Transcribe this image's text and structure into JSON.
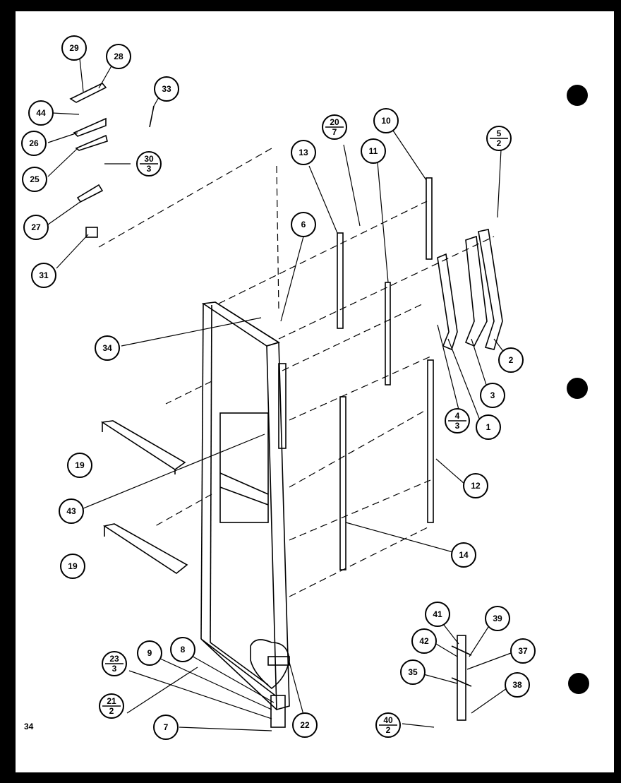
{
  "page_number": "34",
  "callouts": [
    {
      "id": "c29",
      "label": "29"
    },
    {
      "id": "c28",
      "label": "28"
    },
    {
      "id": "c33",
      "label": "33"
    },
    {
      "id": "c44",
      "label": "44"
    },
    {
      "id": "c26",
      "label": "26"
    },
    {
      "id": "c25",
      "label": "25"
    },
    {
      "id": "c30_3",
      "top": "30",
      "bottom": "3"
    },
    {
      "id": "c27",
      "label": "27"
    },
    {
      "id": "c31",
      "label": "31"
    },
    {
      "id": "c13",
      "label": "13"
    },
    {
      "id": "c20_7",
      "top": "20",
      "bottom": "7"
    },
    {
      "id": "c11",
      "label": "11"
    },
    {
      "id": "c10",
      "label": "10"
    },
    {
      "id": "c5_2",
      "top": "5",
      "bottom": "2"
    },
    {
      "id": "c6",
      "label": "6"
    },
    {
      "id": "c34",
      "label": "34"
    },
    {
      "id": "c2",
      "label": "2"
    },
    {
      "id": "c3",
      "label": "3"
    },
    {
      "id": "c4_3",
      "top": "4",
      "bottom": "3"
    },
    {
      "id": "c1",
      "label": "1"
    },
    {
      "id": "c19a",
      "label": "19"
    },
    {
      "id": "c12",
      "label": "12"
    },
    {
      "id": "c43",
      "label": "43"
    },
    {
      "id": "c14",
      "label": "14"
    },
    {
      "id": "c19b",
      "label": "19"
    },
    {
      "id": "c41",
      "label": "41"
    },
    {
      "id": "c39",
      "label": "39"
    },
    {
      "id": "c42",
      "label": "42"
    },
    {
      "id": "c37",
      "label": "37"
    },
    {
      "id": "c35",
      "label": "35"
    },
    {
      "id": "c38",
      "label": "38"
    },
    {
      "id": "c9",
      "label": "9"
    },
    {
      "id": "c8",
      "label": "8"
    },
    {
      "id": "c23_3",
      "top": "23",
      "bottom": "3"
    },
    {
      "id": "c21_2",
      "top": "21",
      "bottom": "2"
    },
    {
      "id": "c7",
      "label": "7"
    },
    {
      "id": "c22",
      "label": "22"
    },
    {
      "id": "c40_2",
      "top": "40",
      "bottom": "2"
    }
  ]
}
